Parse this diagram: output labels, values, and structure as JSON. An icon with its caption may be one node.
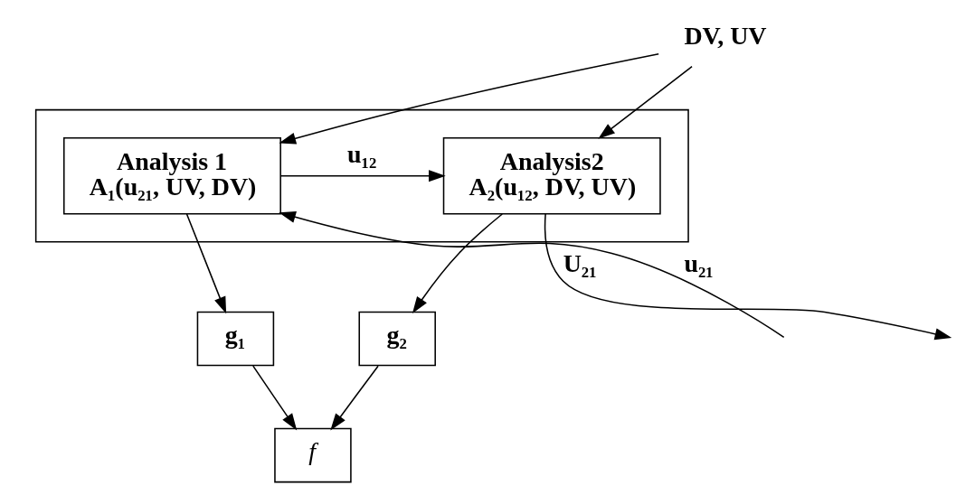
{
  "diagram": {
    "nodes": [
      {
        "text": [],
        "shape": "box"
      },
      {
        "text": [
          "Analysis 1",
          "A₁(u₂₁, UV, DV)"
        ],
        "in": 0
      },
      {
        "text": [
          "Analysis2",
          "A₂(u₁₂, DV, UV)"
        ],
        "in": 0
      },
      {
        "text": [
          "g₁"
        ]
      },
      {
        "text": [
          "g₂"
        ]
      },
      {
        "text": [
          "f"
        ]
      },
      {
        "text": [
          "DV, UV"
        ]
      }
    ],
    "edges": [
      {
        "from": 6,
        "to": 1,
        "arrow": "to"
      },
      {
        "from": 6,
        "to": 2,
        "arrow": "to"
      },
      {
        "from": null,
        "to": 1,
        "arrow": "to",
        "label": "u₂₁"
      },
      {
        "from": 1,
        "to": 2,
        "arrow": "to",
        "label": "u₁₂"
      },
      {
        "from": 2,
        "to": null,
        "arrow": "to",
        "label": "U₂₁"
      },
      {
        "from": 1,
        "to": 3,
        "arrow": "to"
      },
      {
        "from": 2,
        "to": 4,
        "arrow": "to"
      },
      {
        "from": 3,
        "to": 5,
        "arrow": "to"
      },
      {
        "from": 4,
        "to": 5,
        "arrow": "to"
      }
    ]
  }
}
